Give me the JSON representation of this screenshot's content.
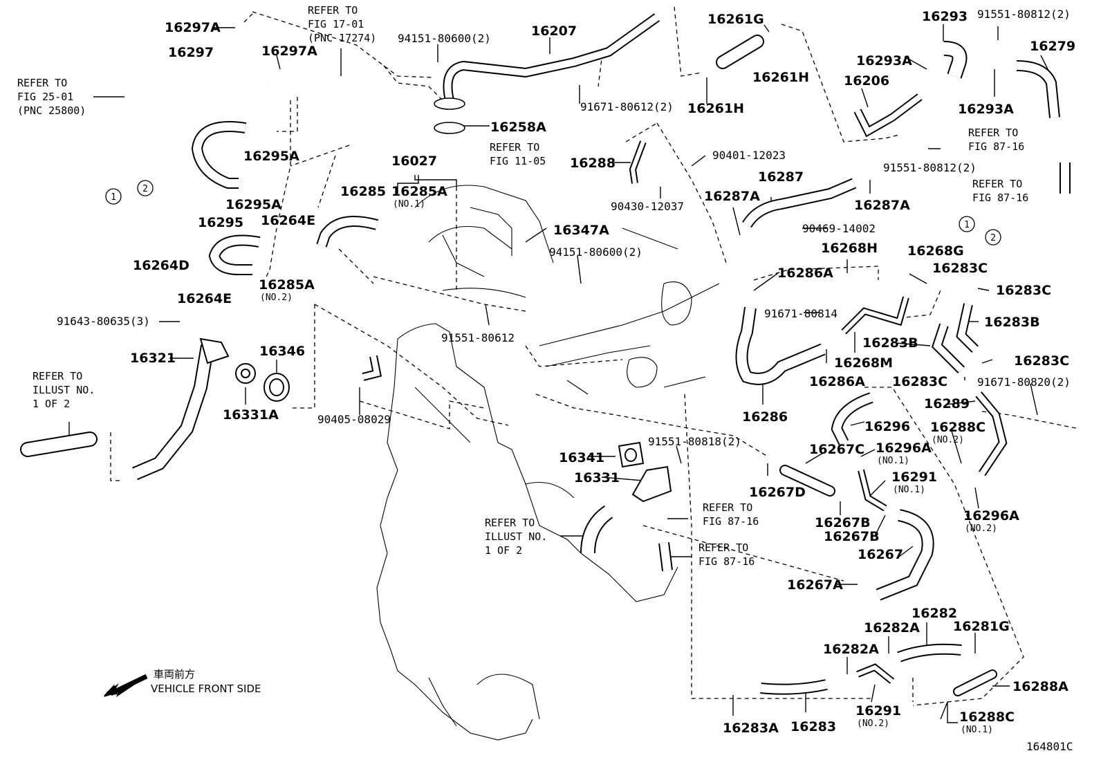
{
  "diagram_id": "164801C",
  "orientation": {
    "japanese": "車両前方",
    "english": "VEHICLE FRONT SIDE"
  },
  "circle_markers": [
    "1",
    "2"
  ],
  "reference_notes": [
    {
      "lines": [
        "REFER TO",
        "FIG 17-01",
        "(PNC 17274)"
      ]
    },
    {
      "lines": [
        "REFER TO",
        "FIG 25-01",
        "(PNC 25800)"
      ]
    },
    {
      "lines": [
        "REFER TO",
        "FIG 11-05"
      ]
    },
    {
      "lines": [
        "REFER TO",
        "ILLUST NO.",
        "1 OF 2"
      ]
    },
    {
      "lines": [
        "REFER TO",
        "ILLUST NO.",
        "1 OF 2"
      ]
    },
    {
      "lines": [
        "REFER TO",
        "FIG 87-16"
      ]
    },
    {
      "lines": [
        "REFER TO",
        "FIG 87-16"
      ]
    },
    {
      "lines": [
        "REFER TO",
        "FIG 87-16"
      ]
    },
    {
      "lines": [
        "REFER TO",
        "FIG 87-16"
      ]
    }
  ],
  "part_labels": [
    {
      "text": "16297A"
    },
    {
      "text": "16297"
    },
    {
      "text": "16297A"
    },
    {
      "text": "16295A"
    },
    {
      "text": "16295A"
    },
    {
      "text": "16295"
    },
    {
      "text": "16264E"
    },
    {
      "text": "16264D"
    },
    {
      "text": "16264E"
    },
    {
      "text": "16285"
    },
    {
      "text": "16285A",
      "sub": "(NO.1)"
    },
    {
      "text": "16285A",
      "sub": "(NO.2)"
    },
    {
      "text": "16027"
    },
    {
      "text": "16207"
    },
    {
      "text": "94151-80600(2)"
    },
    {
      "text": "16258A"
    },
    {
      "text": "91671-80612(2)"
    },
    {
      "text": "16261G"
    },
    {
      "text": "16261H"
    },
    {
      "text": "16261H"
    },
    {
      "text": "16293"
    },
    {
      "text": "91551-80812(2)"
    },
    {
      "text": "16293A"
    },
    {
      "text": "16279"
    },
    {
      "text": "16206"
    },
    {
      "text": "16293A"
    },
    {
      "text": "91551-80812(2)"
    },
    {
      "text": "16288"
    },
    {
      "text": "90401-12023"
    },
    {
      "text": "90430-12037"
    },
    {
      "text": "16287"
    },
    {
      "text": "16287A"
    },
    {
      "text": "16287A"
    },
    {
      "text": "90469-14002"
    },
    {
      "text": "16347A"
    },
    {
      "text": "94151-80600(2)"
    },
    {
      "text": "91551-80612"
    },
    {
      "text": "16286A"
    },
    {
      "text": "16268H"
    },
    {
      "text": "91671-80814"
    },
    {
      "text": "16268G"
    },
    {
      "text": "16283C"
    },
    {
      "text": "16283C"
    },
    {
      "text": "16283B"
    },
    {
      "text": "16283B"
    },
    {
      "text": "16268M"
    },
    {
      "text": "16286A"
    },
    {
      "text": "16283C"
    },
    {
      "text": "16283C"
    },
    {
      "text": "91671-80820(2)"
    },
    {
      "text": "16286"
    },
    {
      "text": "16289"
    },
    {
      "text": "16296"
    },
    {
      "text": "16288C",
      "sub": "(NO.2)"
    },
    {
      "text": "16296A",
      "sub": "(NO.1)"
    },
    {
      "text": "16267C"
    },
    {
      "text": "16291",
      "sub": "(NO.1)"
    },
    {
      "text": "16267D"
    },
    {
      "text": "16296A",
      "sub": "(NO.2)"
    },
    {
      "text": "16267B"
    },
    {
      "text": "16267B"
    },
    {
      "text": "16267"
    },
    {
      "text": "16267A"
    },
    {
      "text": "91643-80635(3)"
    },
    {
      "text": "16321"
    },
    {
      "text": "16346"
    },
    {
      "text": "16331A"
    },
    {
      "text": "90405-08029"
    },
    {
      "text": "16341"
    },
    {
      "text": "91551-80818(2)"
    },
    {
      "text": "16331"
    },
    {
      "text": "16282"
    },
    {
      "text": "16282A"
    },
    {
      "text": "16281G"
    },
    {
      "text": "16282A"
    },
    {
      "text": "16288A"
    },
    {
      "text": "16291",
      "sub": "(NO.2)"
    },
    {
      "text": "16288C",
      "sub": "(NO.1)"
    },
    {
      "text": "16283A"
    },
    {
      "text": "16283"
    }
  ]
}
